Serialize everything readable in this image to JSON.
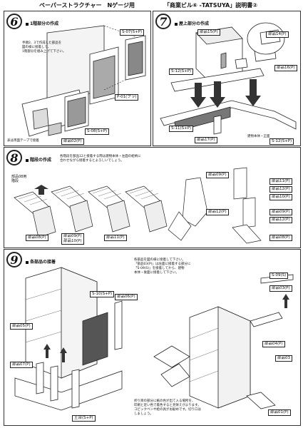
{
  "header": {
    "left": "ペーパーストラクチャー　Nゲージ用",
    "right": "「商業ビル⑥ -TATSUYA」説明書②"
  },
  "step6": {
    "num": "6",
    "title": "1階部分の作成",
    "note": "手順2、3で作成した部品を\n図の様に接着して、\n1階部分を組み上げて下さい。",
    "labels": [
      "S-07(S+P)",
      "P-01(プラ)",
      "S-08(S+P)",
      "部品02(P)"
    ],
    "tape_note": "表は両面テープで接着"
  },
  "step7": {
    "num": "7",
    "title": "屋上部分の作成",
    "labels": [
      "部品15(P)",
      "部品14(P)",
      "部品16(P)",
      "S-12(S+P)",
      "S-12(S+P)",
      "S-11(S+P)",
      "部品17(P)"
    ],
    "body_note": "建物本体・正面"
  },
  "step8": {
    "num": "8",
    "title": "階段の作成",
    "note": "各階段を部品12と接着する際は建物本体・左面の絵柄に\n合わせながら接着するとよろしいでしょう。",
    "top_label": "部品08用\n階段",
    "labels": [
      "部品08(P)",
      "部品09(P)\n部品10(P)",
      "部品11(P)",
      "部品09(P)",
      "部品12(P)",
      "部品11(P)",
      "部品12(P)",
      "部品10(P)",
      "部品09(P)",
      "部品12(P)",
      "部品08(P)"
    ]
  },
  "step9": {
    "num": "9",
    "title": "各部品の接着",
    "note1": "各部品を図の様に接着して下さい。\n「部品03(P)」は左面に接着する部分に\n「S-09(S)」を接着してから、建物\n本体・後面に接着して下さい。",
    "note2": "折り目の部分に紙の色が出て入る場所を、\n印刷と近い色で着色すると見栄えがよります。\nコピックペンや絵の具がお勧めです。切り口は\nしましょう。",
    "labels": [
      "S-10(S+P)",
      "部品06(P)",
      "部品05(P)",
      "部品07(P)",
      "土台(S+P)",
      "S-09(S)",
      "部品03(P)",
      "部品03",
      "部品04(P)",
      "部品01(P)"
    ]
  }
}
